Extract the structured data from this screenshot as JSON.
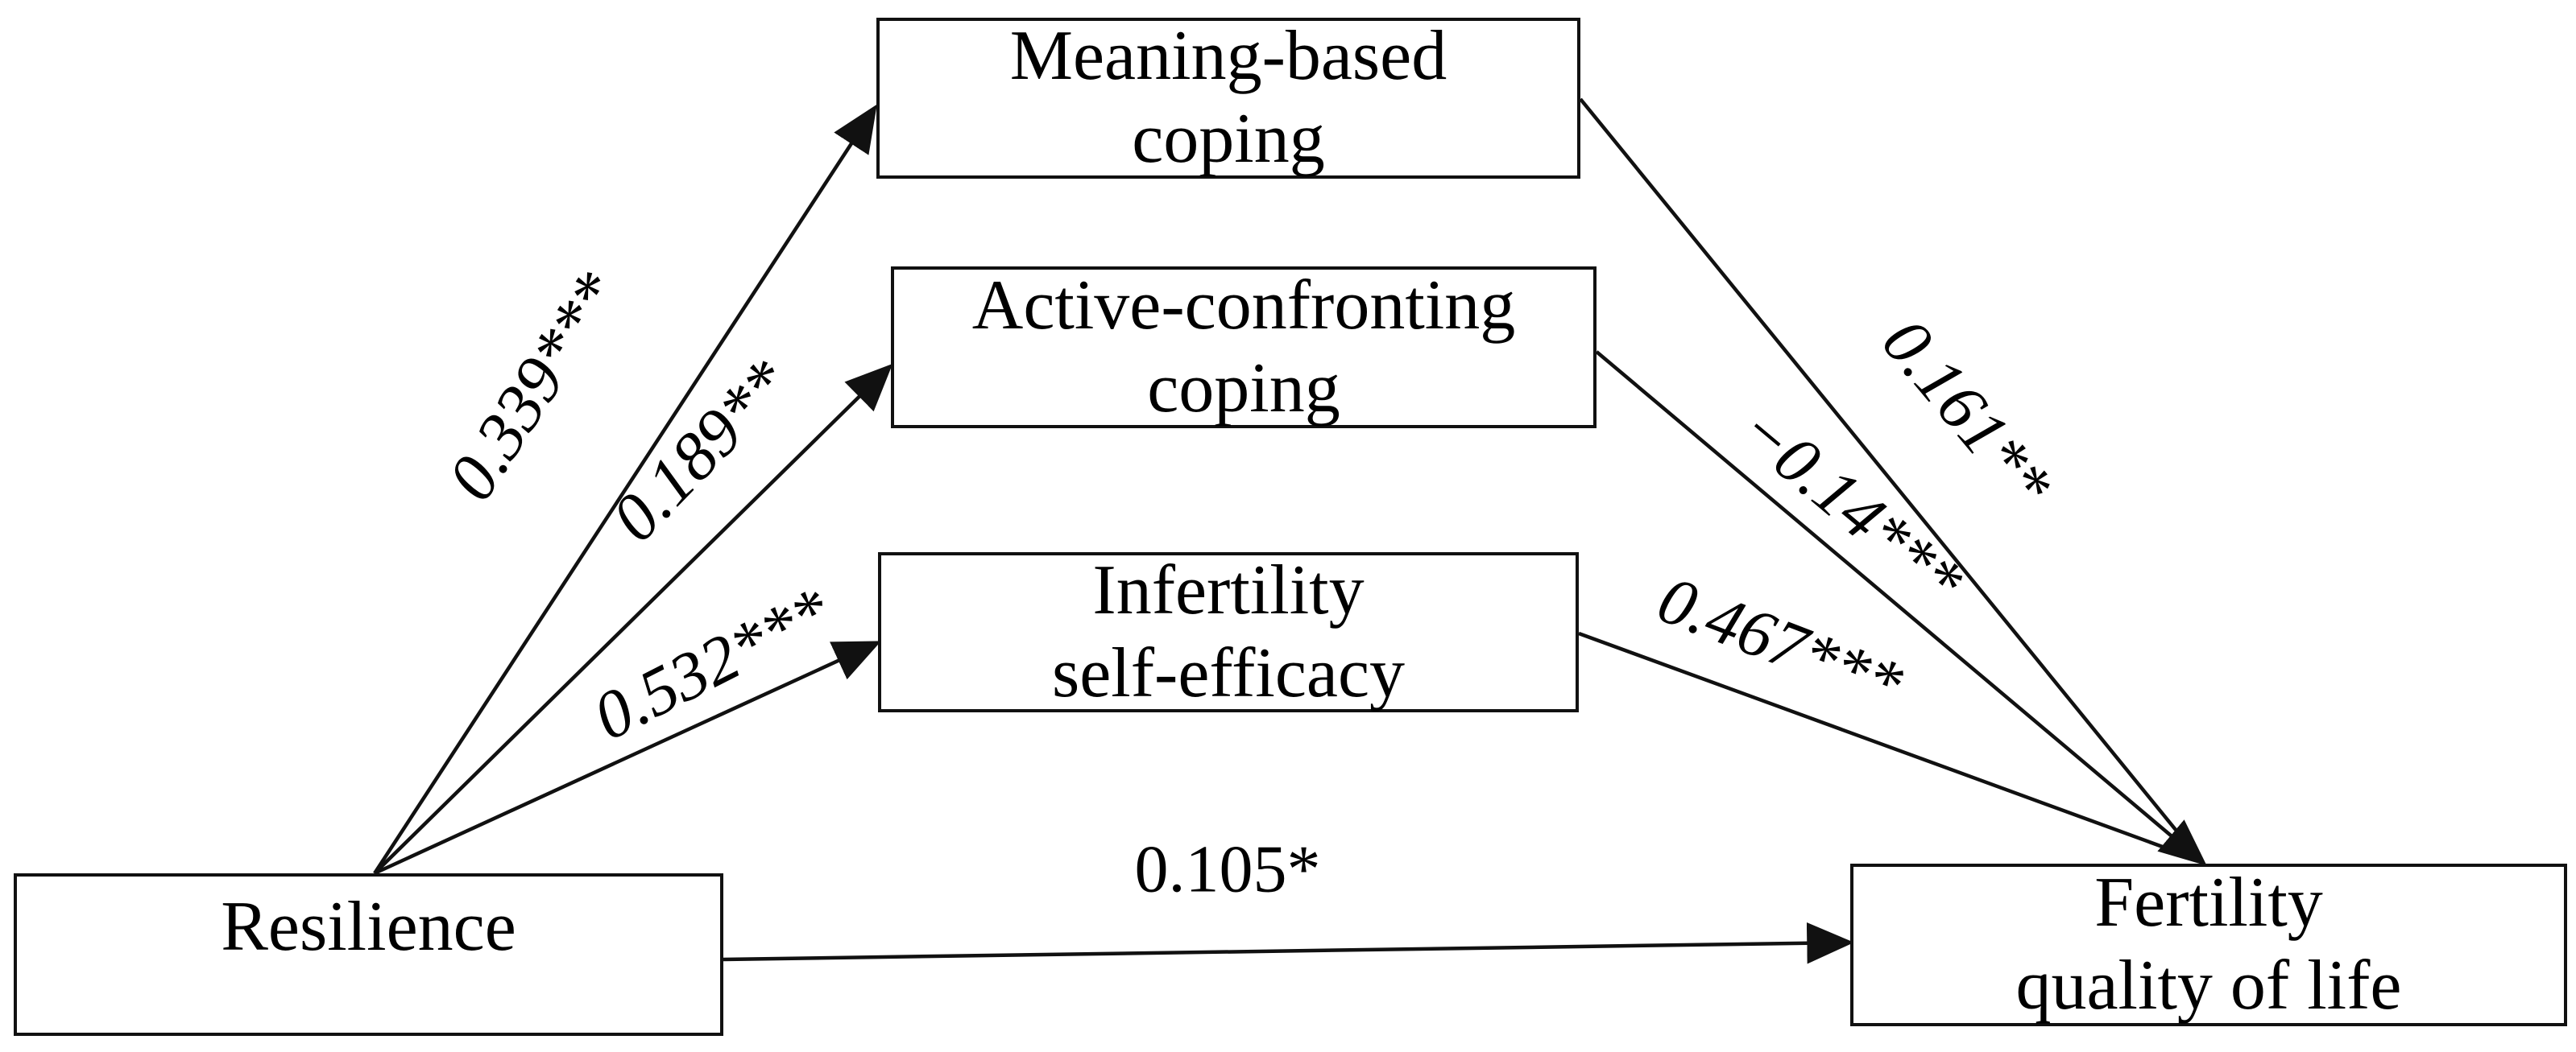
{
  "figure": {
    "type": "mediation-path-diagram",
    "background_color": "#ffffff",
    "line_color": "#111111",
    "text_color": "#000000",
    "nodes": {
      "resilience": {
        "label": "Resilience"
      },
      "meaning_coping": {
        "line1": "Meaning-based",
        "line2": "coping"
      },
      "active_coping": {
        "line1": "Active-confronting",
        "line2": "coping"
      },
      "infertility_self_efficacy": {
        "line1": "Infertility",
        "line2": "self-efficacy"
      },
      "fertility_qol": {
        "line1": "Fertility",
        "line2": "quality of life"
      }
    },
    "paths": [
      {
        "from": "Resilience",
        "to": "Meaning-based coping",
        "coefficient": "0.339***"
      },
      {
        "from": "Resilience",
        "to": "Active-confronting coping",
        "coefficient": "0.189**"
      },
      {
        "from": "Resilience",
        "to": "Infertility self-efficacy",
        "coefficient": "0.532***"
      },
      {
        "from": "Resilience",
        "to": "Fertility quality of life",
        "coefficient": "0.105*"
      },
      {
        "from": "Meaning-based coping",
        "to": "Fertility quality of life",
        "coefficient": "0.161**"
      },
      {
        "from": "Active-confronting coping",
        "to": "Fertility quality of life",
        "coefficient": "−0.14***"
      },
      {
        "from": "Infertility self-efficacy",
        "to": "Fertility quality of life",
        "coefficient": "0.467***"
      }
    ]
  }
}
